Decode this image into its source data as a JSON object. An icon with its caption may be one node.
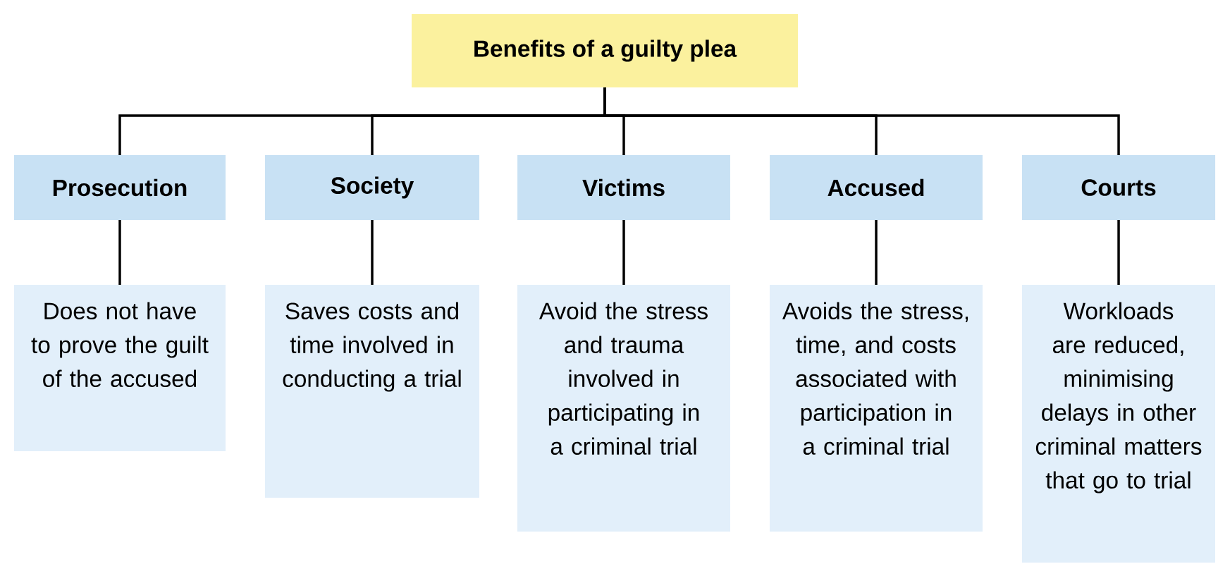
{
  "diagram": {
    "nodes": [
      {
        "text": [
          "Benefits of a guilty plea"
        ]
      },
      {
        "text": [
          "Prosecution"
        ]
      },
      {
        "text": [
          "Society"
        ]
      },
      {
        "text": [
          "Victims"
        ]
      },
      {
        "text": [
          "Accused"
        ]
      },
      {
        "text": [
          "Courts"
        ]
      },
      {
        "text": [
          "Does not have to prove the guilt of the accused"
        ]
      },
      {
        "text": [
          "Saves costs and time involved in conducting a trial"
        ]
      },
      {
        "text": [
          "Avoid the stress and trauma involved in participating in a criminal trial"
        ]
      },
      {
        "text": [
          "Avoids the stress, time, and costs associated with participation in a criminal trial"
        ]
      },
      {
        "text": [
          "Workloads are reduced, minimising delays in other criminal matters that go to trial"
        ]
      }
    ],
    "edges": [
      {
        "from": 0,
        "to": 1,
        "arrow": "none"
      },
      {
        "from": 0,
        "to": 2,
        "arrow": "none"
      },
      {
        "from": 0,
        "to": 3,
        "arrow": "none"
      },
      {
        "from": 0,
        "to": 4,
        "arrow": "none"
      },
      {
        "from": 0,
        "to": 5,
        "arrow": "none"
      },
      {
        "from": 1,
        "to": 6,
        "arrow": "none"
      },
      {
        "from": 2,
        "to": 7,
        "arrow": "none"
      },
      {
        "from": 3,
        "to": 8,
        "arrow": "none"
      },
      {
        "from": 4,
        "to": 9,
        "arrow": "none"
      },
      {
        "from": 5,
        "to": 10,
        "arrow": "none"
      }
    ]
  }
}
